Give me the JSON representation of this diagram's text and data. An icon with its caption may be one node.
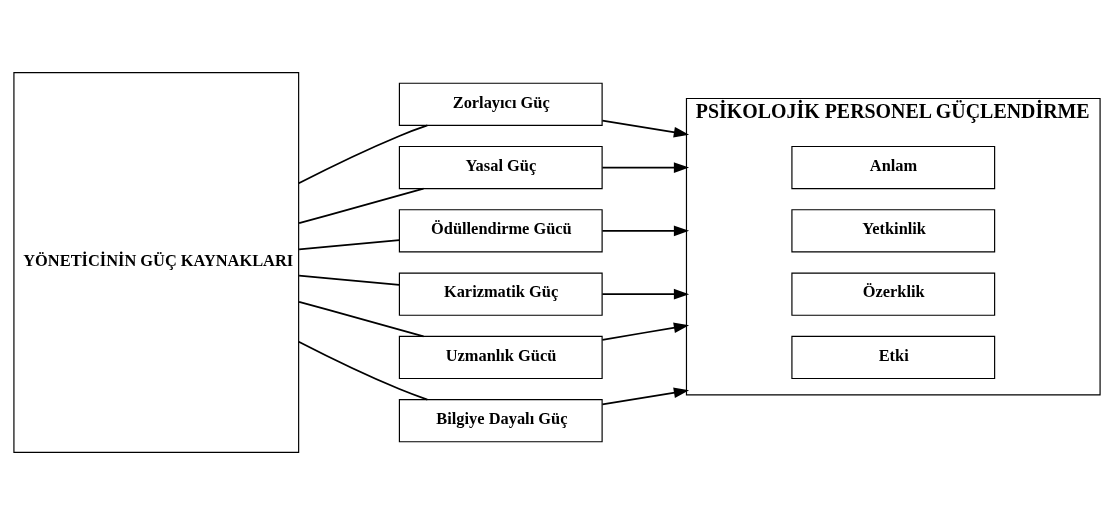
{
  "diagram": {
    "nodes": [
      {
        "text": [
          "YÖNETİCİNİN GÜÇ KAYNAKLARI"
        ]
      },
      {
        "text": [
          "Zorlayıcı Güç"
        ]
      },
      {
        "text": [
          "Yasal Güç"
        ]
      },
      {
        "text": [
          "Ödüllendirme Gücü"
        ]
      },
      {
        "text": [
          "Karizmatik Güç"
        ]
      },
      {
        "text": [
          "Uzmanlık Gücü"
        ]
      },
      {
        "text": [
          "Bilgiye Dayalı Güç"
        ]
      },
      {
        "text": [
          "PSİKOLOJİK PERSONEL GÜÇLENDİRME"
        ]
      },
      {
        "text": [
          "Anlam"
        ],
        "in": 7
      },
      {
        "text": [
          "Yetkinlik"
        ],
        "in": 7
      },
      {
        "text": [
          "Özerklik"
        ],
        "in": 7
      },
      {
        "text": [
          "Etki"
        ],
        "in": 7
      }
    ],
    "edges": [
      {
        "from": 0,
        "to": 1,
        "arrow": "none"
      },
      {
        "from": 0,
        "to": 2,
        "arrow": "none"
      },
      {
        "from": 0,
        "to": 3,
        "arrow": "none"
      },
      {
        "from": 0,
        "to": 4,
        "arrow": "none"
      },
      {
        "from": 0,
        "to": 5,
        "arrow": "none"
      },
      {
        "from": 0,
        "to": 6,
        "arrow": "none"
      },
      {
        "from": 1,
        "to": 7,
        "arrow": "to"
      },
      {
        "from": 2,
        "to": 7,
        "arrow": "to"
      },
      {
        "from": 3,
        "to": 7,
        "arrow": "to"
      },
      {
        "from": 4,
        "to": 7,
        "arrow": "to"
      },
      {
        "from": 5,
        "to": 7,
        "arrow": "to"
      },
      {
        "from": 6,
        "to": 7,
        "arrow": "to"
      }
    ]
  }
}
